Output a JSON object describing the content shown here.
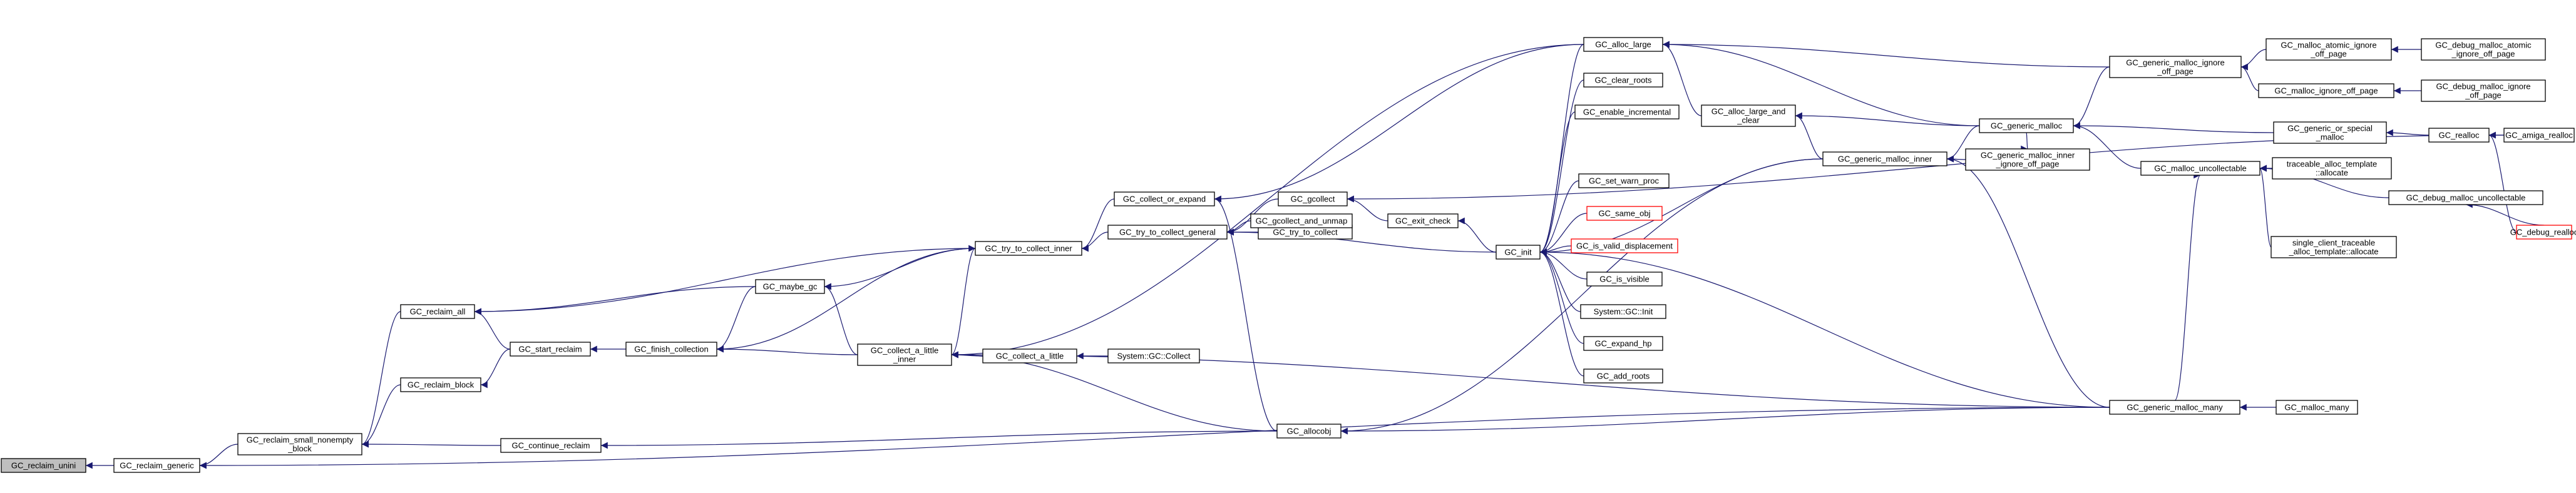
{
  "graph": {
    "nodes": [
      {
        "id": "n_reclaim_unini",
        "label": "GC_reclaim_unini",
        "style": "root"
      },
      {
        "id": "n_reclaim_generic",
        "label": "GC_reclaim_generic"
      },
      {
        "id": "n_reclaim_small",
        "label": "GC_reclaim_small_nonempty\n_block"
      },
      {
        "id": "n_reclaim_all",
        "label": "GC_reclaim_all"
      },
      {
        "id": "n_reclaim_block",
        "label": "GC_reclaim_block"
      },
      {
        "id": "n_start_reclaim",
        "label": "GC_start_reclaim"
      },
      {
        "id": "n_continue_reclaim",
        "label": "GC_continue_reclaim"
      },
      {
        "id": "n_finish_collection",
        "label": "GC_finish_collection"
      },
      {
        "id": "n_maybe_gc",
        "label": "GC_maybe_gc"
      },
      {
        "id": "n_collect_a_little",
        "label": "GC_collect_a_little\n_inner"
      },
      {
        "id": "n_try_to_collect_inner",
        "label": "GC_try_to_collect_inner"
      },
      {
        "id": "n_collect_a_little2",
        "label": "GC_collect_a_little"
      },
      {
        "id": "n_system_collect",
        "label": "System::GC::Collect"
      },
      {
        "id": "n_allocobj",
        "label": "GC_allocobj"
      },
      {
        "id": "n_collect_or_expand",
        "label": "GC_collect_or_expand"
      },
      {
        "id": "n_try_to_collect_general",
        "label": "GC_try_to_collect_general"
      },
      {
        "id": "n_gcollect",
        "label": "GC_gcollect"
      },
      {
        "id": "n_try_to_collect",
        "label": "GC_try_to_collect"
      },
      {
        "id": "n_gcollect_unmap",
        "label": "GC_gcollect_and_unmap"
      },
      {
        "id": "n_exit_check",
        "label": "GC_exit_check"
      },
      {
        "id": "n_init",
        "label": "GC_init"
      },
      {
        "id": "n_alloc_large",
        "label": "GC_alloc_large"
      },
      {
        "id": "n_clear_roots",
        "label": "GC_clear_roots"
      },
      {
        "id": "n_enable_incremental",
        "label": "GC_enable_incremental"
      },
      {
        "id": "n_set_warn_proc",
        "label": "GC_set_warn_proc"
      },
      {
        "id": "n_same_obj",
        "label": "GC_same_obj",
        "style": "red"
      },
      {
        "id": "n_is_valid_displacement",
        "label": "GC_is_valid_displacement",
        "style": "red"
      },
      {
        "id": "n_is_visible",
        "label": "GC_is_visible"
      },
      {
        "id": "n_system_init",
        "label": "System::GC::Init"
      },
      {
        "id": "n_expand_hp",
        "label": "GC_expand_hp"
      },
      {
        "id": "n_add_roots",
        "label": "GC_add_roots"
      },
      {
        "id": "n_alloc_large_clear",
        "label": "GC_alloc_large_and\n_clear"
      },
      {
        "id": "n_generic_malloc_inner",
        "label": "GC_generic_malloc_inner"
      },
      {
        "id": "n_generic_malloc",
        "label": "GC_generic_malloc"
      },
      {
        "id": "n_generic_malloc_inner_ignore",
        "label": "GC_generic_malloc_inner\n_ignore_off_page"
      },
      {
        "id": "n_generic_malloc_ignore",
        "label": "GC_generic_malloc_ignore\n_off_page"
      },
      {
        "id": "n_generic_malloc_many",
        "label": "GC_generic_malloc_many"
      },
      {
        "id": "n_malloc_many",
        "label": "GC_malloc_many"
      },
      {
        "id": "n_malloc_atomic_ignore",
        "label": "GC_malloc_atomic_ignore\n_off_page"
      },
      {
        "id": "n_debug_malloc_atomic_ignore",
        "label": "GC_debug_malloc_atomic\n_ignore_off_page"
      },
      {
        "id": "n_malloc_ignore_off_page",
        "label": "GC_malloc_ignore_off_page"
      },
      {
        "id": "n_debug_malloc_ignore",
        "label": "GC_debug_malloc_ignore\n_off_page"
      },
      {
        "id": "n_generic_or_special",
        "label": "GC_generic_or_special\n_malloc"
      },
      {
        "id": "n_malloc_uncollectable",
        "label": "GC_malloc_uncollectable"
      },
      {
        "id": "n_traceable_alloc",
        "label": "traceable_alloc_template\n::allocate"
      },
      {
        "id": "n_single_client",
        "label": "single_client_traceable\n_alloc_template::allocate"
      },
      {
        "id": "n_debug_malloc_uncollectable",
        "label": "GC_debug_malloc_uncollectable"
      },
      {
        "id": "n_realloc",
        "label": "GC_realloc"
      },
      {
        "id": "n_amiga_realloc",
        "label": "GC_amiga_realloc"
      },
      {
        "id": "n_debug_realloc",
        "label": "GC_debug_realloc",
        "style": "red"
      }
    ],
    "edges": [
      [
        "n_reclaim_generic",
        "n_reclaim_unini"
      ],
      [
        "n_reclaim_small",
        "n_reclaim_generic"
      ],
      [
        "n_generic_malloc_many",
        "n_reclaim_generic"
      ],
      [
        "n_reclaim_all",
        "n_reclaim_small"
      ],
      [
        "n_reclaim_block",
        "n_reclaim_small"
      ],
      [
        "n_continue_reclaim",
        "n_reclaim_small"
      ],
      [
        "n_try_to_collect_inner",
        "n_reclaim_all"
      ],
      [
        "n_maybe_gc",
        "n_reclaim_all"
      ],
      [
        "n_start_reclaim",
        "n_reclaim_all"
      ],
      [
        "n_start_reclaim",
        "n_reclaim_block"
      ],
      [
        "n_finish_collection",
        "n_start_reclaim"
      ],
      [
        "n_allocobj",
        "n_continue_reclaim"
      ],
      [
        "n_maybe_gc",
        "n_finish_collection"
      ],
      [
        "n_collect_a_little",
        "n_finish_collection"
      ],
      [
        "n_try_to_collect_inner",
        "n_finish_collection"
      ],
      [
        "n_collect_a_little",
        "n_maybe_gc"
      ],
      [
        "n_try_to_collect_inner",
        "n_maybe_gc"
      ],
      [
        "n_collect_a_little2",
        "n_collect_a_little"
      ],
      [
        "n_allocobj",
        "n_collect_a_little"
      ],
      [
        "n_alloc_large",
        "n_collect_a_little"
      ],
      [
        "n_generic_malloc_many",
        "n_collect_a_little"
      ],
      [
        "n_collect_a_little",
        "n_try_to_collect_inner"
      ],
      [
        "n_collect_or_expand",
        "n_try_to_collect_inner"
      ],
      [
        "n_try_to_collect_general",
        "n_try_to_collect_inner"
      ],
      [
        "n_system_collect",
        "n_collect_a_little2"
      ],
      [
        "n_generic_malloc_many",
        "n_allocobj"
      ],
      [
        "n_generic_malloc_inner",
        "n_allocobj"
      ],
      [
        "n_alloc_large",
        "n_collect_or_expand"
      ],
      [
        "n_allocobj",
        "n_collect_or_expand"
      ],
      [
        "n_gcollect",
        "n_try_to_collect_general"
      ],
      [
        "n_try_to_collect",
        "n_try_to_collect_general"
      ],
      [
        "n_gcollect_unmap",
        "n_try_to_collect_general"
      ],
      [
        "n_init",
        "n_try_to_collect_general"
      ],
      [
        "n_exit_check",
        "n_gcollect"
      ],
      [
        "n_amiga_realloc",
        "n_gcollect"
      ],
      [
        "n_init",
        "n_exit_check"
      ],
      [
        "n_alloc_large",
        "n_init"
      ],
      [
        "n_clear_roots",
        "n_init"
      ],
      [
        "n_enable_incremental",
        "n_init"
      ],
      [
        "n_set_warn_proc",
        "n_init"
      ],
      [
        "n_same_obj",
        "n_init"
      ],
      [
        "n_is_valid_displacement",
        "n_init"
      ],
      [
        "n_is_visible",
        "n_init"
      ],
      [
        "n_system_init",
        "n_init"
      ],
      [
        "n_expand_hp",
        "n_init"
      ],
      [
        "n_add_roots",
        "n_init"
      ],
      [
        "n_generic_malloc_inner",
        "n_init"
      ],
      [
        "n_generic_malloc_many",
        "n_init"
      ],
      [
        "n_alloc_large_clear",
        "n_alloc_large"
      ],
      [
        "n_generic_malloc",
        "n_alloc_large"
      ],
      [
        "n_generic_malloc_ignore",
        "n_alloc_large"
      ],
      [
        "n_generic_malloc_inner",
        "n_alloc_large_clear"
      ],
      [
        "n_generic_malloc",
        "n_alloc_large_clear"
      ],
      [
        "n_generic_malloc",
        "n_generic_malloc_inner"
      ],
      [
        "n_generic_malloc_inner_ignore",
        "n_generic_malloc_inner"
      ],
      [
        "n_generic_malloc_many",
        "n_generic_malloc_inner"
      ],
      [
        "n_generic_malloc",
        "n_generic_malloc_inner_ignore"
      ],
      [
        "n_generic_or_special",
        "n_generic_malloc"
      ],
      [
        "n_malloc_uncollectable",
        "n_generic_malloc"
      ],
      [
        "n_generic_malloc_ignore",
        "n_generic_malloc"
      ],
      [
        "n_malloc_atomic_ignore",
        "n_generic_malloc_ignore"
      ],
      [
        "n_malloc_ignore_off_page",
        "n_generic_malloc_ignore"
      ],
      [
        "n_debug_malloc_atomic_ignore",
        "n_malloc_atomic_ignore"
      ],
      [
        "n_debug_malloc_ignore",
        "n_malloc_ignore_off_page"
      ],
      [
        "n_malloc_many",
        "n_generic_malloc_many"
      ],
      [
        "n_realloc",
        "n_generic_or_special"
      ],
      [
        "n_generic_malloc_many",
        "n_malloc_uncollectable"
      ],
      [
        "n_traceable_alloc",
        "n_malloc_uncollectable"
      ],
      [
        "n_single_client",
        "n_malloc_uncollectable"
      ],
      [
        "n_debug_malloc_uncollectable",
        "n_malloc_uncollectable"
      ],
      [
        "n_debug_realloc",
        "n_debug_malloc_uncollectable"
      ],
      [
        "n_amiga_realloc",
        "n_realloc"
      ],
      [
        "n_debug_realloc",
        "n_realloc"
      ]
    ]
  },
  "colors": {
    "edge": "#191970",
    "root_fill": "#bfbfbf",
    "red_border": "#ff0000"
  }
}
